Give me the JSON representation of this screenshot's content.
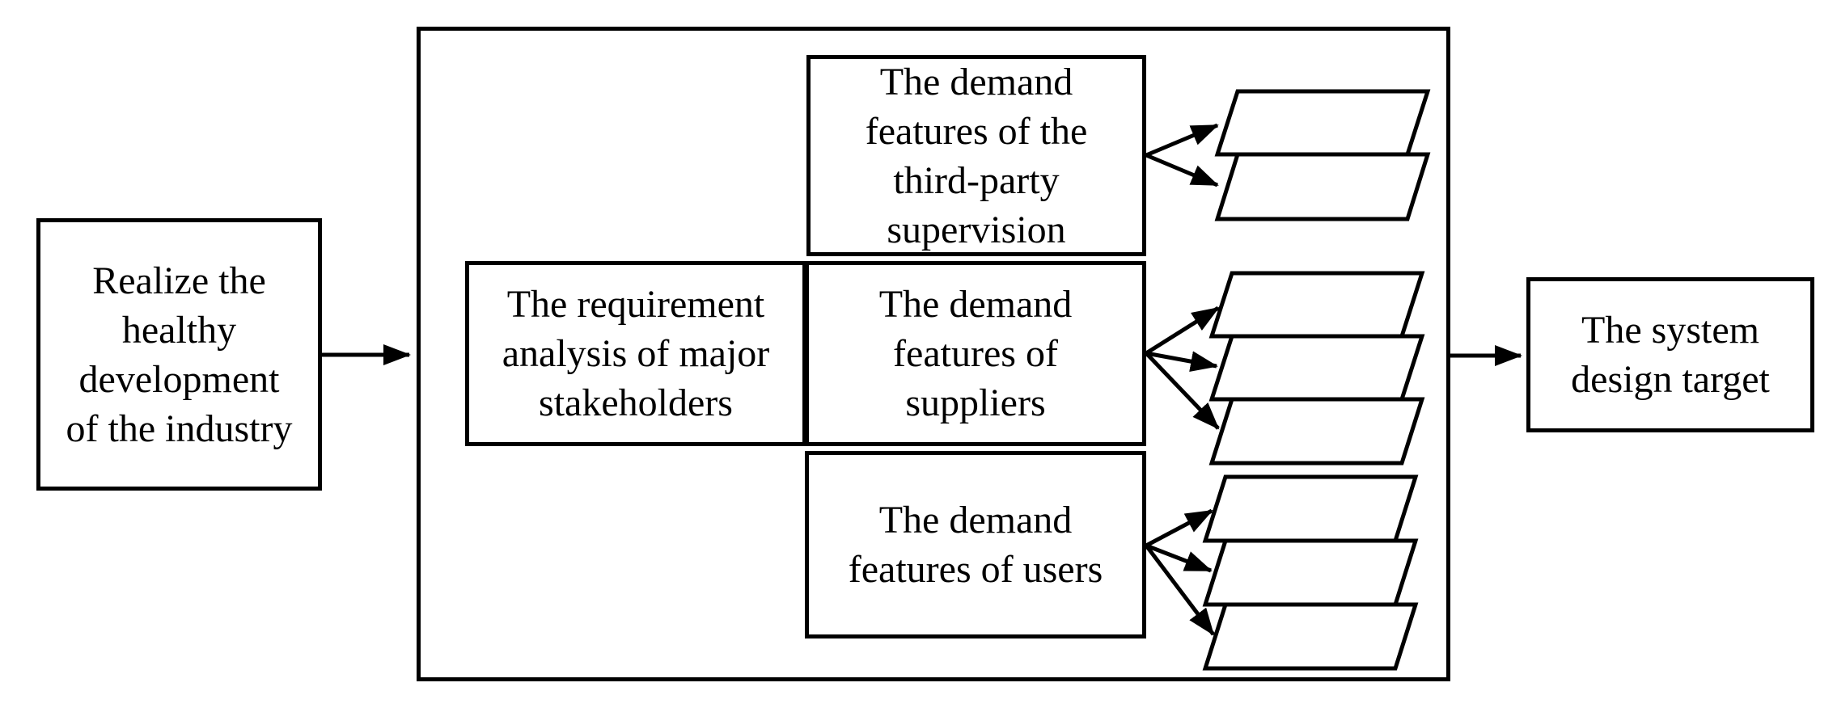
{
  "figure": {
    "background": "#ffffff",
    "stroke_color": "#000000",
    "nodes": {
      "goal": "Realize the\nhealthy\ndevelopment\nof the industry",
      "analysis": "The requirement\nanalysis of major\nstakeholders",
      "supervision": "The demand\nfeatures of the\nthird-party\nsupervision",
      "suppliers": "The demand\nfeatures of\nsuppliers",
      "users": "The demand\nfeatures of users",
      "target": "The system\ndesign target"
    },
    "output_stacks": {
      "supervision_parallelograms": 2,
      "suppliers_parallelograms": 3,
      "users_parallelograms": 3
    }
  }
}
